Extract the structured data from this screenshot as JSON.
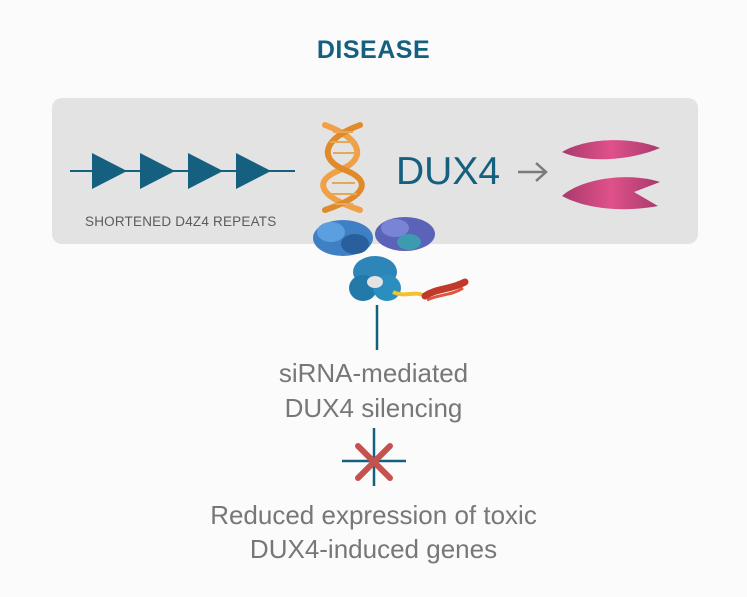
{
  "title": "DISEASE",
  "repeats_label": "SHORTENED D4Z4 REPEATS",
  "gene_label": "DUX4",
  "arrow_glyph": "→",
  "mechanism": {
    "line1": "siRNA-mediated",
    "line2": "DUX4 silencing"
  },
  "outcome": {
    "line1": "Reduced expression of toxic",
    "line2": "DUX4-induced genes"
  },
  "colors": {
    "teal": "#15607f",
    "dna_orange": "#f0a046",
    "muscle_magenta": "#c23f78",
    "inhibit_red": "#c4524f",
    "panel_gray": "#e3e3e3"
  },
  "icons": [
    "d4z4-repeat-arrow-icon",
    "dna-helix-icon",
    "muscle-cell-icon",
    "antibody-conjugate-icon",
    "inhibition-x-icon"
  ]
}
